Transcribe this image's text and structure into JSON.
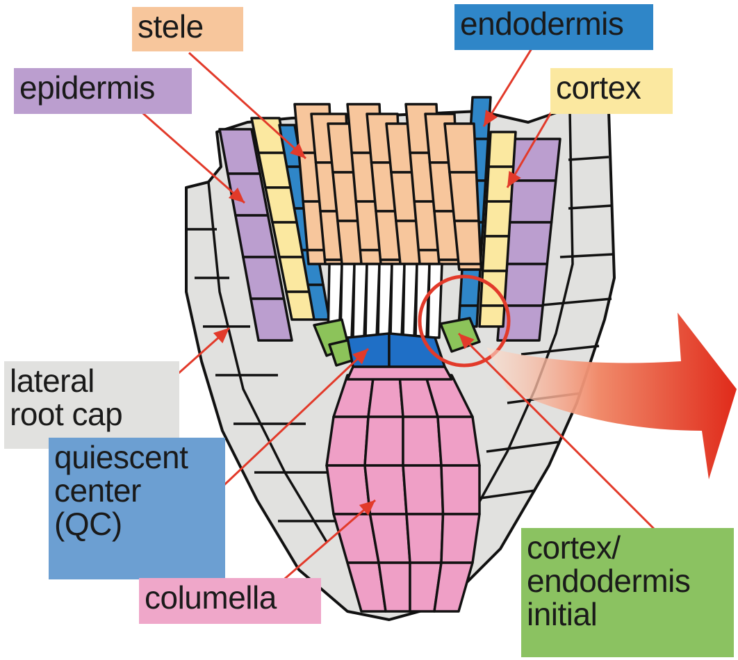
{
  "colors": {
    "stele": "#f7c69c",
    "endodermis": "#2f86c8",
    "epidermis": "#bb9ecf",
    "cortex": "#fbe8a0",
    "lateral_root_cap": "#e1e1df",
    "quiescent_center": "#1f6fc6",
    "columella": "#ef9fc6",
    "initial": "#8cc35a",
    "label_qc_bg": "#6c9fd2",
    "label_col_bg": "#efa7c9",
    "label_init_bg": "#8bc261",
    "arrow": "#e23a2a",
    "outline": "#111111"
  },
  "labels": {
    "stele": "stele",
    "endodermis": "endodermis",
    "epidermis": "epidermis",
    "cortex": "cortex",
    "lateral_root_cap": "lateral\nroot cap",
    "quiescent_center": "quiescent\ncenter\n (QC)",
    "columella": "columella",
    "initial": "cortex/\nendodermis\ninitial"
  },
  "icons": {
    "highlight": "red-circle-highlight",
    "zoom_arrow": "curved-zoom-arrow-icon"
  }
}
